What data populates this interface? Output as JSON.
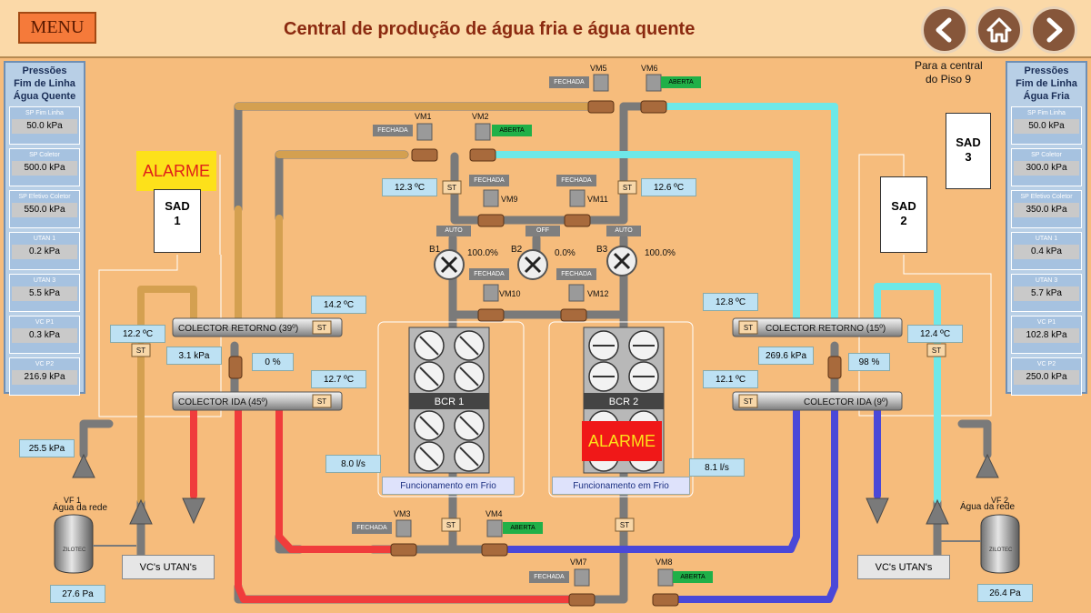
{
  "header": {
    "menu_label": "MENU",
    "title": "Central de produção de água fria e água quente"
  },
  "nav": {
    "back_icon": "chevron-left-icon",
    "home_icon": "home-icon",
    "forward_icon": "chevron-right-icon"
  },
  "left_panel": {
    "title": [
      "Pressões",
      "Fim de Linha",
      "Água Quente"
    ],
    "cards": [
      {
        "label": "SP Fim Linha",
        "value": "50.0 kPa"
      },
      {
        "label": "SP Coletor",
        "value": "500.0 kPa"
      },
      {
        "label": "SP Efetivo Coletor",
        "value": "550.0 kPa"
      },
      {
        "label": "UTAN 1",
        "value": "0.2 kPa"
      },
      {
        "label": "UTAN 3",
        "value": "5.5 kPa"
      },
      {
        "label": "VC P1",
        "value": "0.3 kPa"
      },
      {
        "label": "VC P2",
        "value": "216.9 kPa"
      }
    ]
  },
  "right_panel": {
    "title": [
      "Pressões",
      "Fim de Linha",
      "Água Fria"
    ],
    "cards": [
      {
        "label": "SP Fim Linha",
        "value": "50.0 kPa"
      },
      {
        "label": "SP Coletor",
        "value": "300.0 kPa"
      },
      {
        "label": "SP Efetivo Coletor",
        "value": "350.0 kPa"
      },
      {
        "label": "UTAN 1",
        "value": "0.4 kPa"
      },
      {
        "label": "UTAN 3",
        "value": "5.7 kPa"
      },
      {
        "label": "VC P1",
        "value": "102.8 kPa"
      },
      {
        "label": "VC P2",
        "value": "250.0 kPa"
      }
    ]
  },
  "central_note": {
    "line1": "Para   a   central",
    "line2": "do   Piso   9"
  },
  "sads": [
    {
      "name": "SAD",
      "num": "1"
    },
    {
      "name": "SAD",
      "num": "2"
    },
    {
      "name": "SAD",
      "num": "3"
    }
  ],
  "alarms": {
    "label": "ALARME"
  },
  "valves": {
    "vm1": {
      "name": "VM1",
      "state": "FECHADA"
    },
    "vm2": {
      "name": "VM2",
      "state": "ABERTA"
    },
    "vm3": {
      "name": "VM3",
      "state": "FECHADA"
    },
    "vm4": {
      "name": "VM4",
      "state": "ABERTA"
    },
    "vm5": {
      "name": "VM5",
      "state": "FECHADA"
    },
    "vm6": {
      "name": "VM6",
      "state": "ABERTA"
    },
    "vm7": {
      "name": "VM7",
      "state": "FECHADA"
    },
    "vm8": {
      "name": "VM8",
      "state": "ABERTA"
    },
    "vm9": {
      "name": "VM9",
      "state": "FECHADA"
    },
    "vm10": {
      "name": "VM10",
      "state": "FECHADA"
    },
    "vm11": {
      "name": "VM11",
      "state": "FECHADA"
    },
    "vm12": {
      "name": "VM12",
      "state": "FECHADA"
    }
  },
  "pumps": {
    "b1": {
      "name": "B1",
      "mode": "AUTO",
      "speed": "100.0%"
    },
    "b2": {
      "name": "B2",
      "mode": "OFF",
      "speed": "0.0%"
    },
    "b3": {
      "name": "B3",
      "mode": "AUTO",
      "speed": "100.0%"
    }
  },
  "chillers": {
    "bcr1": {
      "name": "BCR 1",
      "status": "Funcionamento em Frio",
      "flow": "8.0 l/s"
    },
    "bcr2": {
      "name": "BCR 2",
      "status": "Funcionamento em Frio",
      "flow": "8.1 l/s"
    }
  },
  "collectors": {
    "hot_return": {
      "label": "COLECTOR RETORNO (39º)",
      "temp": "14.2 ºC"
    },
    "hot_supply": {
      "label": "COLECTOR IDA (45º)",
      "temp": "12.7 ºC"
    },
    "cold_return": {
      "label": "COLECTOR RETORNO (15º)",
      "temp": "12.8 ºC"
    },
    "cold_supply": {
      "label": "COLECTOR IDA (9º)",
      "temp": "12.1 ºC"
    }
  },
  "readings": {
    "hot_loop_temp": "12.3 ºC",
    "cold_loop_temp": "12.6 ºC",
    "hot_branch_temp": "12.2 ºC",
    "cold_branch_temp": "12.4 ºC",
    "hot_dp": "3.1 kPa",
    "hot_valve_pct": "0 %",
    "cold_dp": "269.6 kPa",
    "cold_valve_pct": "98 %",
    "left_water_pressure": "25.5 kPa",
    "left_tank_pressure": "27.6 Pa",
    "right_tank_pressure": "26.4 Pa"
  },
  "st_label": "ST",
  "water_supply": {
    "left_label": "Água da rede",
    "left_vf": "VF 1",
    "right_label": "Água da rede",
    "right_vf": "VF 2",
    "tank_brand": "ZILOTEC"
  },
  "utan_labels": {
    "left": "VC's UTAN's",
    "right": "VC's UTAN's"
  },
  "colors": {
    "hot_pipe": "#d4a050",
    "cold_pipe": "#6ee8e8",
    "hot_supply": "#f03c3c",
    "cold_supply": "#4a48d8",
    "grey_pipe": "#7d7d7d",
    "alarm_yellow": "#fde11a",
    "alarm_red": "#f01818",
    "valve_open": "#20b048",
    "valve_closed": "#7f7f7f"
  }
}
